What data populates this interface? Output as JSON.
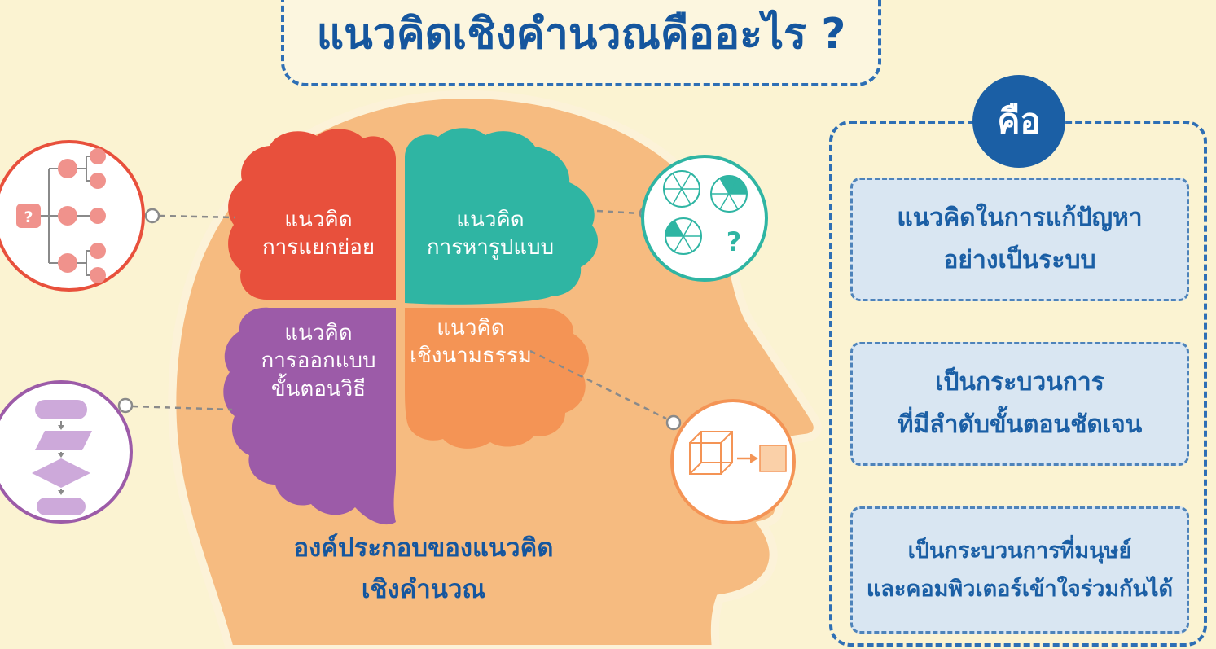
{
  "colors": {
    "bg": "#FBF3D2",
    "title-blue": "#15569E",
    "head": "#F6BB80",
    "head-outline": "#FCF2D8",
    "brain-red": "#E8503C",
    "brain-teal": "#2FB5A3",
    "brain-purple": "#9C5BA8",
    "brain-orange": "#F49455",
    "panel-blue": "#1B5FA5",
    "box-bg": "#D9E6F2",
    "connector-gray": "#8A8A8A",
    "icon-salmon": "#F0928C",
    "icon-purple-light": "#CDA9DA",
    "icon-orange-light": "#FAD0A8"
  },
  "title": "แนวคิดเชิงคำนวณคืออะไร ?",
  "brain": {
    "quadrants": {
      "decomposition": "แนวคิด\nการแยกย่อย",
      "pattern": "แนวคิด\nการหารูปแบบ",
      "algorithm": "แนวคิด\nการออกแบบ\nขั้นตอนวิธี",
      "abstraction": "แนวคิด\nเชิงนามธรรม"
    },
    "caption": "องค์ประกอบของแนวคิด\nเชิงคำนวณ"
  },
  "definition": {
    "header": "คือ",
    "items": [
      {
        "text": "แนวคิดในการแก้ปัญหา\nอย่างเป็นระบบ"
      },
      {
        "text": "เป็นกระบวนการ\nที่มีลำดับขั้นตอนชัดเจน"
      },
      {
        "text": "เป็นกระบวนการที่มนุษย์\nและคอมพิวเตอร์เข้าใจร่วมกันได้"
      }
    ]
  },
  "icons": {
    "decomposition": {
      "name": "decomposition-tree-icon",
      "question_mark": "?"
    },
    "pattern": {
      "name": "pattern-pie-icon",
      "question_mark": "?"
    },
    "algorithm": {
      "name": "flowchart-icon"
    },
    "abstraction": {
      "name": "cube-to-square-icon"
    }
  }
}
